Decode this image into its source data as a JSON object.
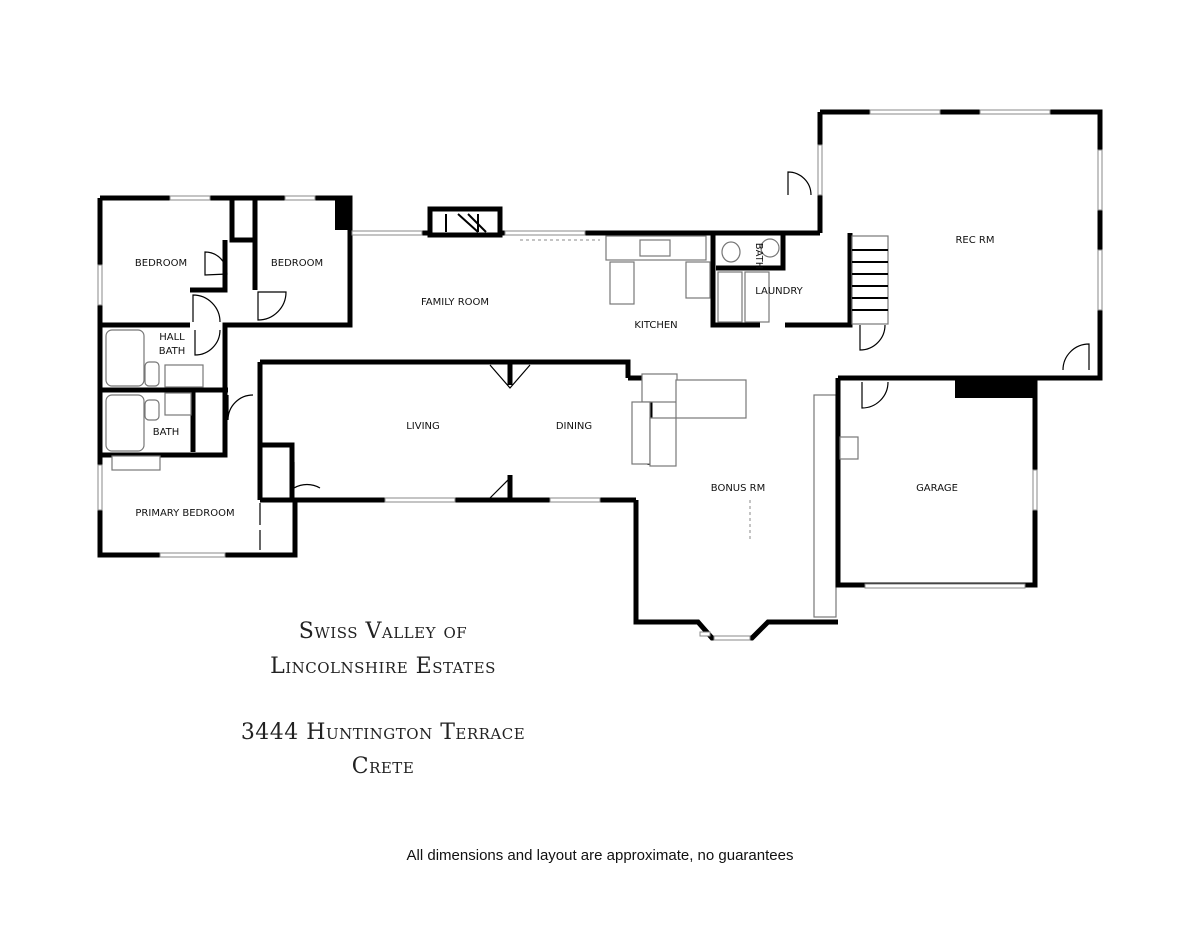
{
  "rooms": {
    "bedroom_1": "BEDROOM",
    "bedroom_2": "BEDROOM",
    "hall_bath_1": "HALL",
    "hall_bath_2": "BATH",
    "bath": "BATH",
    "primary_bedroom": "PRIMARY BEDROOM",
    "family_room": "FAMILY ROOM",
    "kitchen": "KITCHEN",
    "small_bath": "BATH",
    "laundry": "LAUNDRY",
    "rec_rm": "REC RM",
    "living": "LIVING",
    "dining": "DINING",
    "bonus_rm": "BONUS RM",
    "garage": "GARAGE"
  },
  "title": {
    "line1": "Swiss Valley of",
    "line2": "Lincolnshire Estates",
    "address": "3444 Huntington Terrace",
    "city": "Crete"
  },
  "disclaimer": "All dimensions and layout are approximate, no guarantees"
}
